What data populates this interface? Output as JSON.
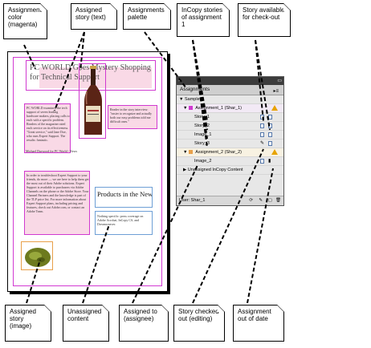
{
  "callouts": {
    "assignment_color": "Assignment color (magenta)",
    "assigned_story_text": "Assigned story (text)",
    "assignments_palette": "Assignments palette",
    "incopy_stories": "InCopy stories of assignment 1",
    "story_checkout": "Story available for check-out",
    "assigned_story_image": "Assigned story (image)",
    "unassigned_content": "Unassigned content",
    "assigned_to": "Assigned to (assignee)",
    "story_checked_out": "Story checked out (editing)",
    "assignment_out_of_date": "Assignment out of date"
  },
  "document": {
    "headline": "PC WORLD Goes Mystery Shopping for Technical Support",
    "body_left": "PC WORLD examined the tech support of seven leading hardware makers, placing calls to each with a specific problem. Readers of the magazine rated each service on its effectiveness. \"Great service,\" said Jane Doe, who runs Expert Support. The results: fantastic.",
    "byline": "Michael Durwood for PC World - News",
    "body_right": "Reader in the story interview: \"easier to recognize and actually both our easy problems told me difficult ones.\"",
    "body_lower": "In order to troubleshoot Expert Support to your friends, do more — we are here to help them get the most out of their Adobe solutions. Expert Support is available to purchasers via Adobe Channels on the phone or the Adobe Store. Your Channel Partners and the knowledge is part of the TLP price list. For more information about Expert Support plans, including pricing and features, check out Adobe.com, or contact an Adobe Team.",
    "news_heading": "Products in the News",
    "news_body": "Nothing specific: press coverage on Adobe Acrobat, InCopy CS, and Dreamweaver."
  },
  "palette": {
    "title": "Assignments",
    "group": "Sample",
    "rows": [
      {
        "label": "Assignment_1 (Shar_1)",
        "type": "assignment"
      },
      {
        "label": "Story_1",
        "type": "story"
      },
      {
        "label": "Story_2",
        "type": "story"
      },
      {
        "label": "Image_1",
        "type": "story"
      },
      {
        "label": "Story_3",
        "type": "story"
      },
      {
        "label": "Assignment_2 (Shar_2)",
        "type": "assignment"
      },
      {
        "label": "Image_2",
        "type": "story"
      },
      {
        "label": "Unassigned InCopy Content",
        "type": "unassigned"
      }
    ],
    "user_label": "User: Shar_1"
  },
  "colors": {
    "assignment_magenta": "#d03ad0",
    "assignment_orange": "#e8a04a",
    "frame_pink": "#f2aac8",
    "unassigned_blue": "#6e9fd6",
    "warning": "#e7a300"
  },
  "icons": {
    "assignment_icon": "doc-stack-icon",
    "checkout_icon": "pencil-icon",
    "warning_icon": "warning-triangle-icon",
    "expand_icon": "triangle-down-icon"
  }
}
